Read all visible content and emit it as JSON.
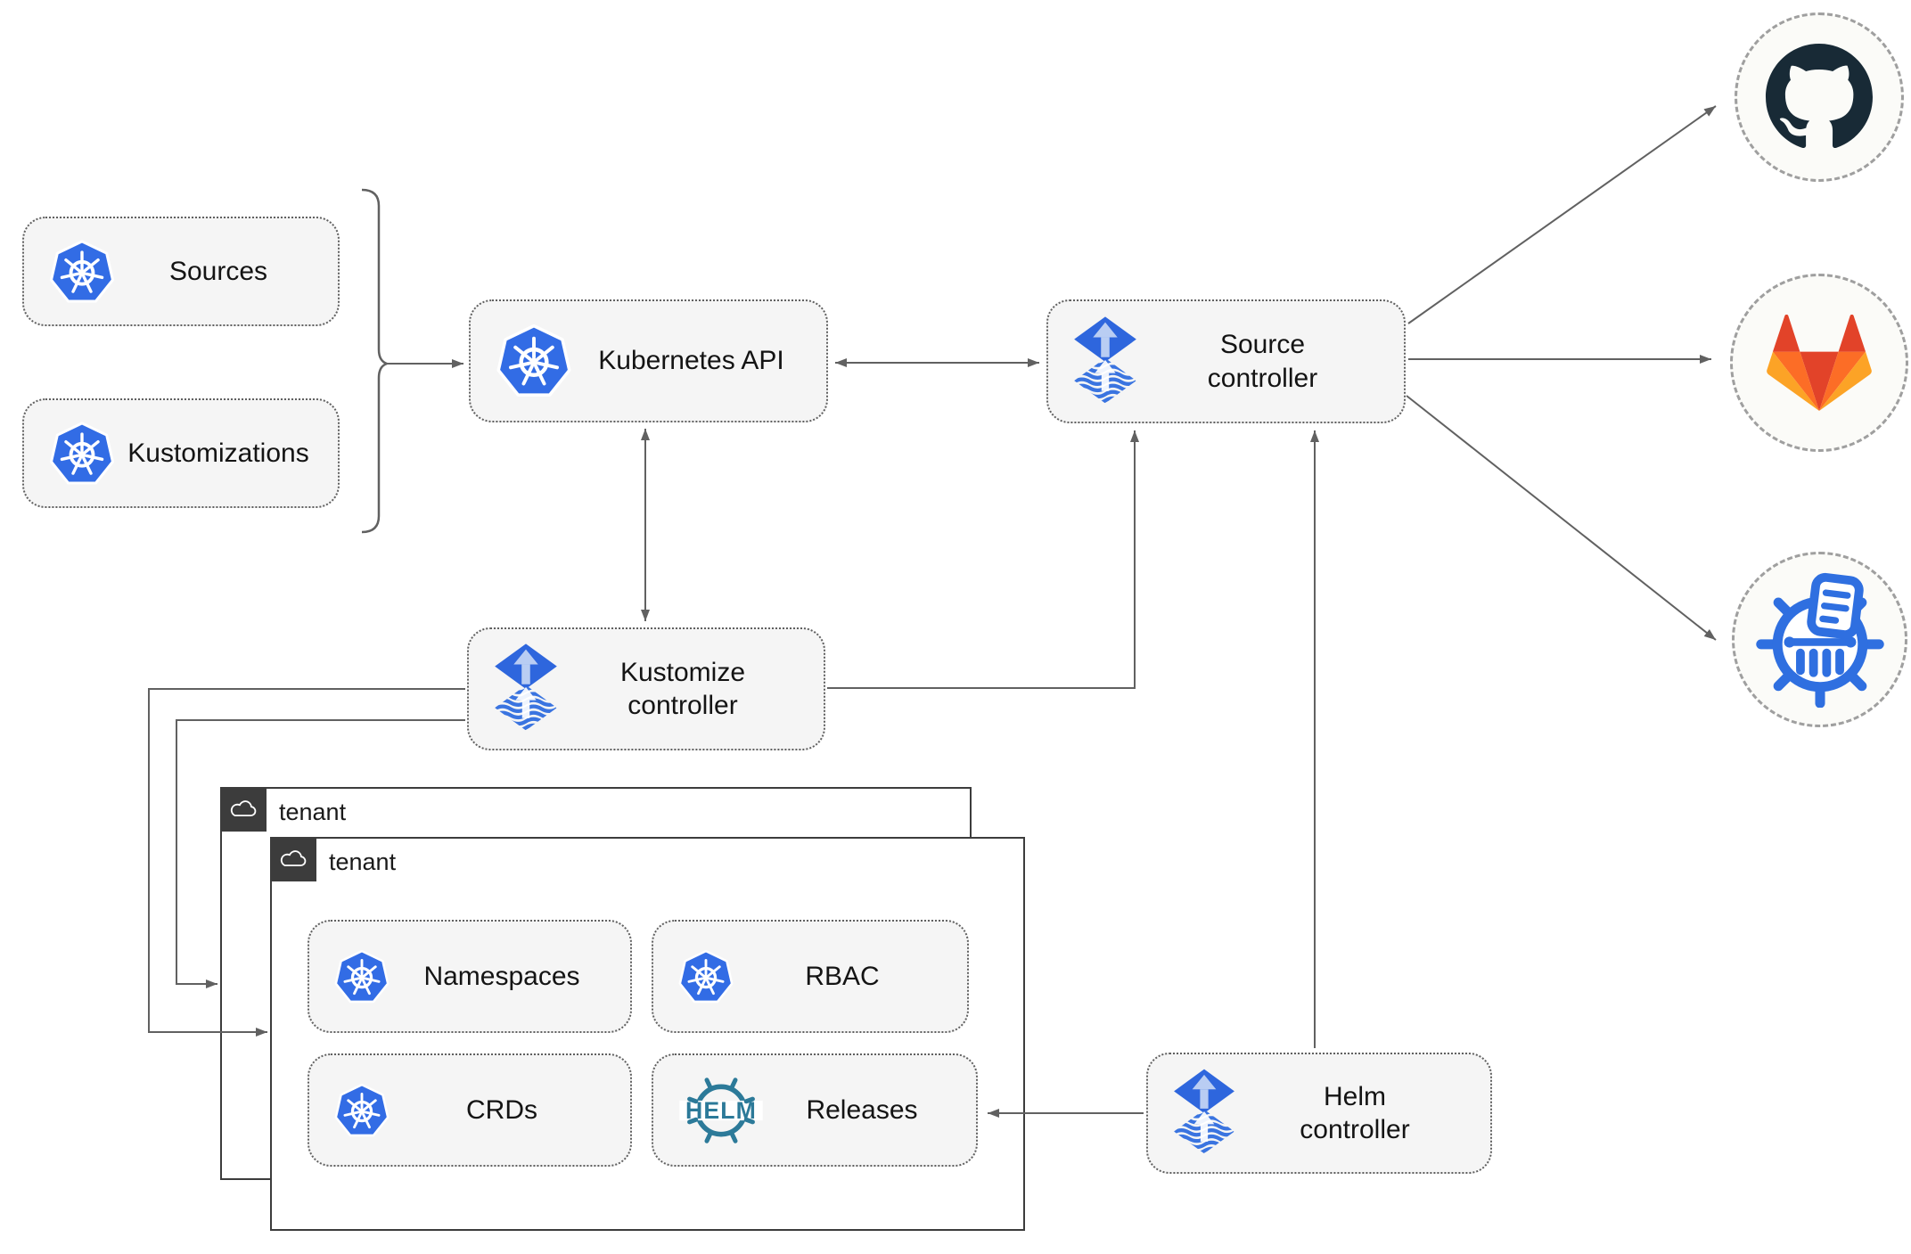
{
  "diagram_type": "architecture-diagram",
  "colors": {
    "node_fill": "#f5f5f5",
    "node_border": "#606060",
    "arrow": "#616161",
    "tenant_border": "#3c3c3c",
    "tenant_header_bg": "#3c3c3c",
    "kubernetes_blue": "#326ce5",
    "flux_blue": "#2e66dd",
    "flux_arrow_light": "#b9cdf3",
    "helm_teal": "#2c7a99",
    "github_dark": "#182a36",
    "gitlab_red": "#e24329",
    "gitlab_orange": "#fc6d26",
    "gitlab_amber": "#fca326",
    "chartmuseum_blue": "#2f6fe0",
    "external_circle_fill": "#fbfbf8",
    "external_circle_border": "#9f9f9f"
  },
  "nodes": {
    "sources": {
      "label": "Sources",
      "icon": "kubernetes-icon"
    },
    "kustomizations": {
      "label": "Kustomizations",
      "icon": "kubernetes-icon"
    },
    "kubernetes_api": {
      "label": "Kubernetes API",
      "icon": "kubernetes-icon"
    },
    "source_controller": {
      "label": "Source controller",
      "icon": "flux-icon"
    },
    "kustomize_controller": {
      "label": "Kustomize controller",
      "icon": "flux-icon"
    },
    "helm_controller": {
      "label": "Helm controller",
      "icon": "flux-icon"
    },
    "namespaces": {
      "label": "Namespaces",
      "icon": "kubernetes-icon"
    },
    "rbac": {
      "label": "RBAC",
      "icon": "kubernetes-icon"
    },
    "crds": {
      "label": "CRDs",
      "icon": "kubernetes-icon"
    },
    "releases": {
      "label": "Releases",
      "icon": "helm-icon",
      "icon_text": "HELM"
    }
  },
  "groups": {
    "tenant_outer": {
      "label": "tenant",
      "icon": "cloud-icon"
    },
    "tenant_inner": {
      "label": "tenant",
      "icon": "cloud-icon"
    }
  },
  "external_systems": [
    {
      "name": "github",
      "icon": "github-octocat-icon"
    },
    {
      "name": "gitlab",
      "icon": "gitlab-tanuki-icon"
    },
    {
      "name": "chartmuseum",
      "icon": "chartmuseum-helm-repo-icon"
    }
  ],
  "edges": [
    {
      "from": "sources-and-kustomizations-brace",
      "to": "kubernetes_api",
      "style": "arrow"
    },
    {
      "from": "kubernetes_api",
      "to": "source_controller",
      "style": "double-arrow"
    },
    {
      "from": "kubernetes_api",
      "to": "kustomize_controller",
      "style": "double-arrow"
    },
    {
      "from": "kustomize_controller",
      "to": "source_controller",
      "style": "arrow"
    },
    {
      "from": "kustomize_controller",
      "to": "tenant_outer",
      "style": "arrow"
    },
    {
      "from": "kustomize_controller",
      "to": "tenant_inner",
      "style": "arrow"
    },
    {
      "from": "helm_controller",
      "to": "source_controller",
      "style": "arrow"
    },
    {
      "from": "helm_controller",
      "to": "releases",
      "style": "arrow"
    },
    {
      "from": "source_controller",
      "to": "github",
      "style": "arrow"
    },
    {
      "from": "source_controller",
      "to": "gitlab",
      "style": "arrow"
    },
    {
      "from": "source_controller",
      "to": "chartmuseum",
      "style": "arrow"
    }
  ]
}
